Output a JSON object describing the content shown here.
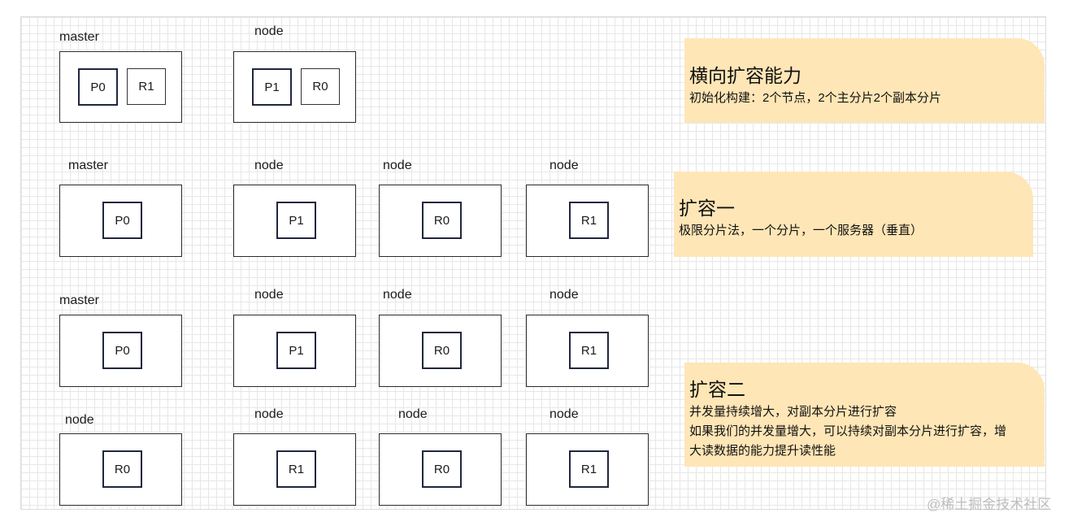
{
  "rows": [
    {
      "servers": [
        {
          "label": "master",
          "shards": [
            {
              "text": "P0",
              "kind": "primary"
            },
            {
              "text": "R1",
              "kind": "replica"
            }
          ]
        },
        {
          "label": "node",
          "shards": [
            {
              "text": "P1",
              "kind": "primary"
            },
            {
              "text": "R0",
              "kind": "replica"
            }
          ]
        }
      ]
    },
    {
      "servers": [
        {
          "label": "master",
          "shards": [
            {
              "text": "P0",
              "kind": "primary"
            }
          ]
        },
        {
          "label": "node",
          "shards": [
            {
              "text": "P1",
              "kind": "primary"
            }
          ]
        },
        {
          "label": "node",
          "shards": [
            {
              "text": "R0",
              "kind": "primary"
            }
          ]
        },
        {
          "label": "node",
          "shards": [
            {
              "text": "R1",
              "kind": "primary"
            }
          ]
        }
      ]
    },
    {
      "servers": [
        {
          "label": "master",
          "shards": [
            {
              "text": "P0",
              "kind": "primary"
            }
          ]
        },
        {
          "label": "node",
          "shards": [
            {
              "text": "P1",
              "kind": "primary"
            }
          ]
        },
        {
          "label": "node",
          "shards": [
            {
              "text": "R0",
              "kind": "primary"
            }
          ]
        },
        {
          "label": "node",
          "shards": [
            {
              "text": "R1",
              "kind": "primary"
            }
          ]
        }
      ]
    },
    {
      "servers": [
        {
          "label": "node",
          "shards": [
            {
              "text": "R0",
              "kind": "primary"
            }
          ]
        },
        {
          "label": "node",
          "shards": [
            {
              "text": "R1",
              "kind": "primary"
            }
          ]
        },
        {
          "label": "node",
          "shards": [
            {
              "text": "R0",
              "kind": "primary"
            }
          ]
        },
        {
          "label": "node",
          "shards": [
            {
              "text": "R1",
              "kind": "primary"
            }
          ]
        }
      ]
    }
  ],
  "notes": [
    {
      "title": "横向扩容能力",
      "lines": [
        "初始化构建：2个节点，2个主分片2个副本分片"
      ]
    },
    {
      "title": "扩容一",
      "lines": [
        "极限分片法，一个分片，一个服务器（垂直）"
      ]
    },
    {
      "title": "扩容二",
      "lines": [
        "并发量持续增大，对副本分片进行扩容",
        "如果我们的并发量增大，可以持续对副本分片进行扩容，增",
        "大读数据的能力提升读性能"
      ]
    }
  ],
  "colors": {
    "note_fill": "#ffe6b6",
    "primary_border": "#20263e",
    "grid": "#e7e7e7"
  },
  "watermark": "@稀土掘金技术社区"
}
